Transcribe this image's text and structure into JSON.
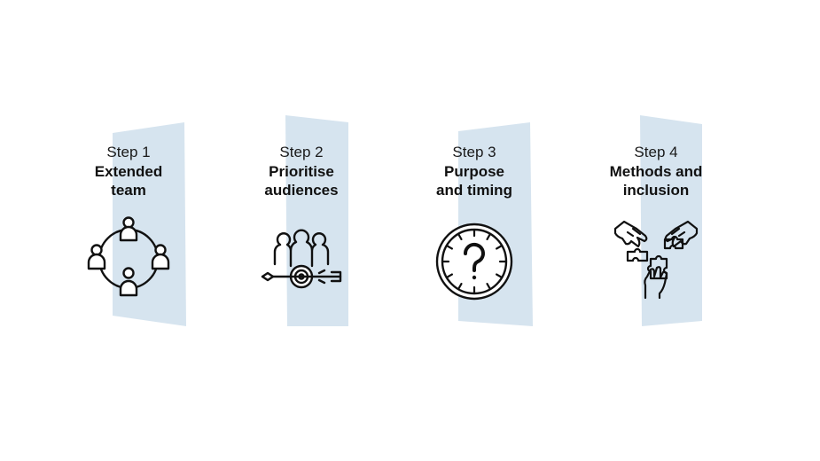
{
  "colors": {
    "band": "#d6e4ef",
    "icon_stroke": "#111111",
    "text": "#111111",
    "background": "#ffffff"
  },
  "steps": [
    {
      "label": "Step 1",
      "title_line1": "Extended",
      "title_line2": "team",
      "icon": "team-circle-icon"
    },
    {
      "label": "Step 2",
      "title_line1": "Prioritise",
      "title_line2": "audiences",
      "icon": "target-audience-icon"
    },
    {
      "label": "Step 3",
      "title_line1": "Purpose",
      "title_line2": "and timing",
      "icon": "question-clock-icon"
    },
    {
      "label": "Step 4",
      "title_line1": "Methods and",
      "title_line2": "inclusion",
      "icon": "hands-puzzle-icon"
    }
  ]
}
